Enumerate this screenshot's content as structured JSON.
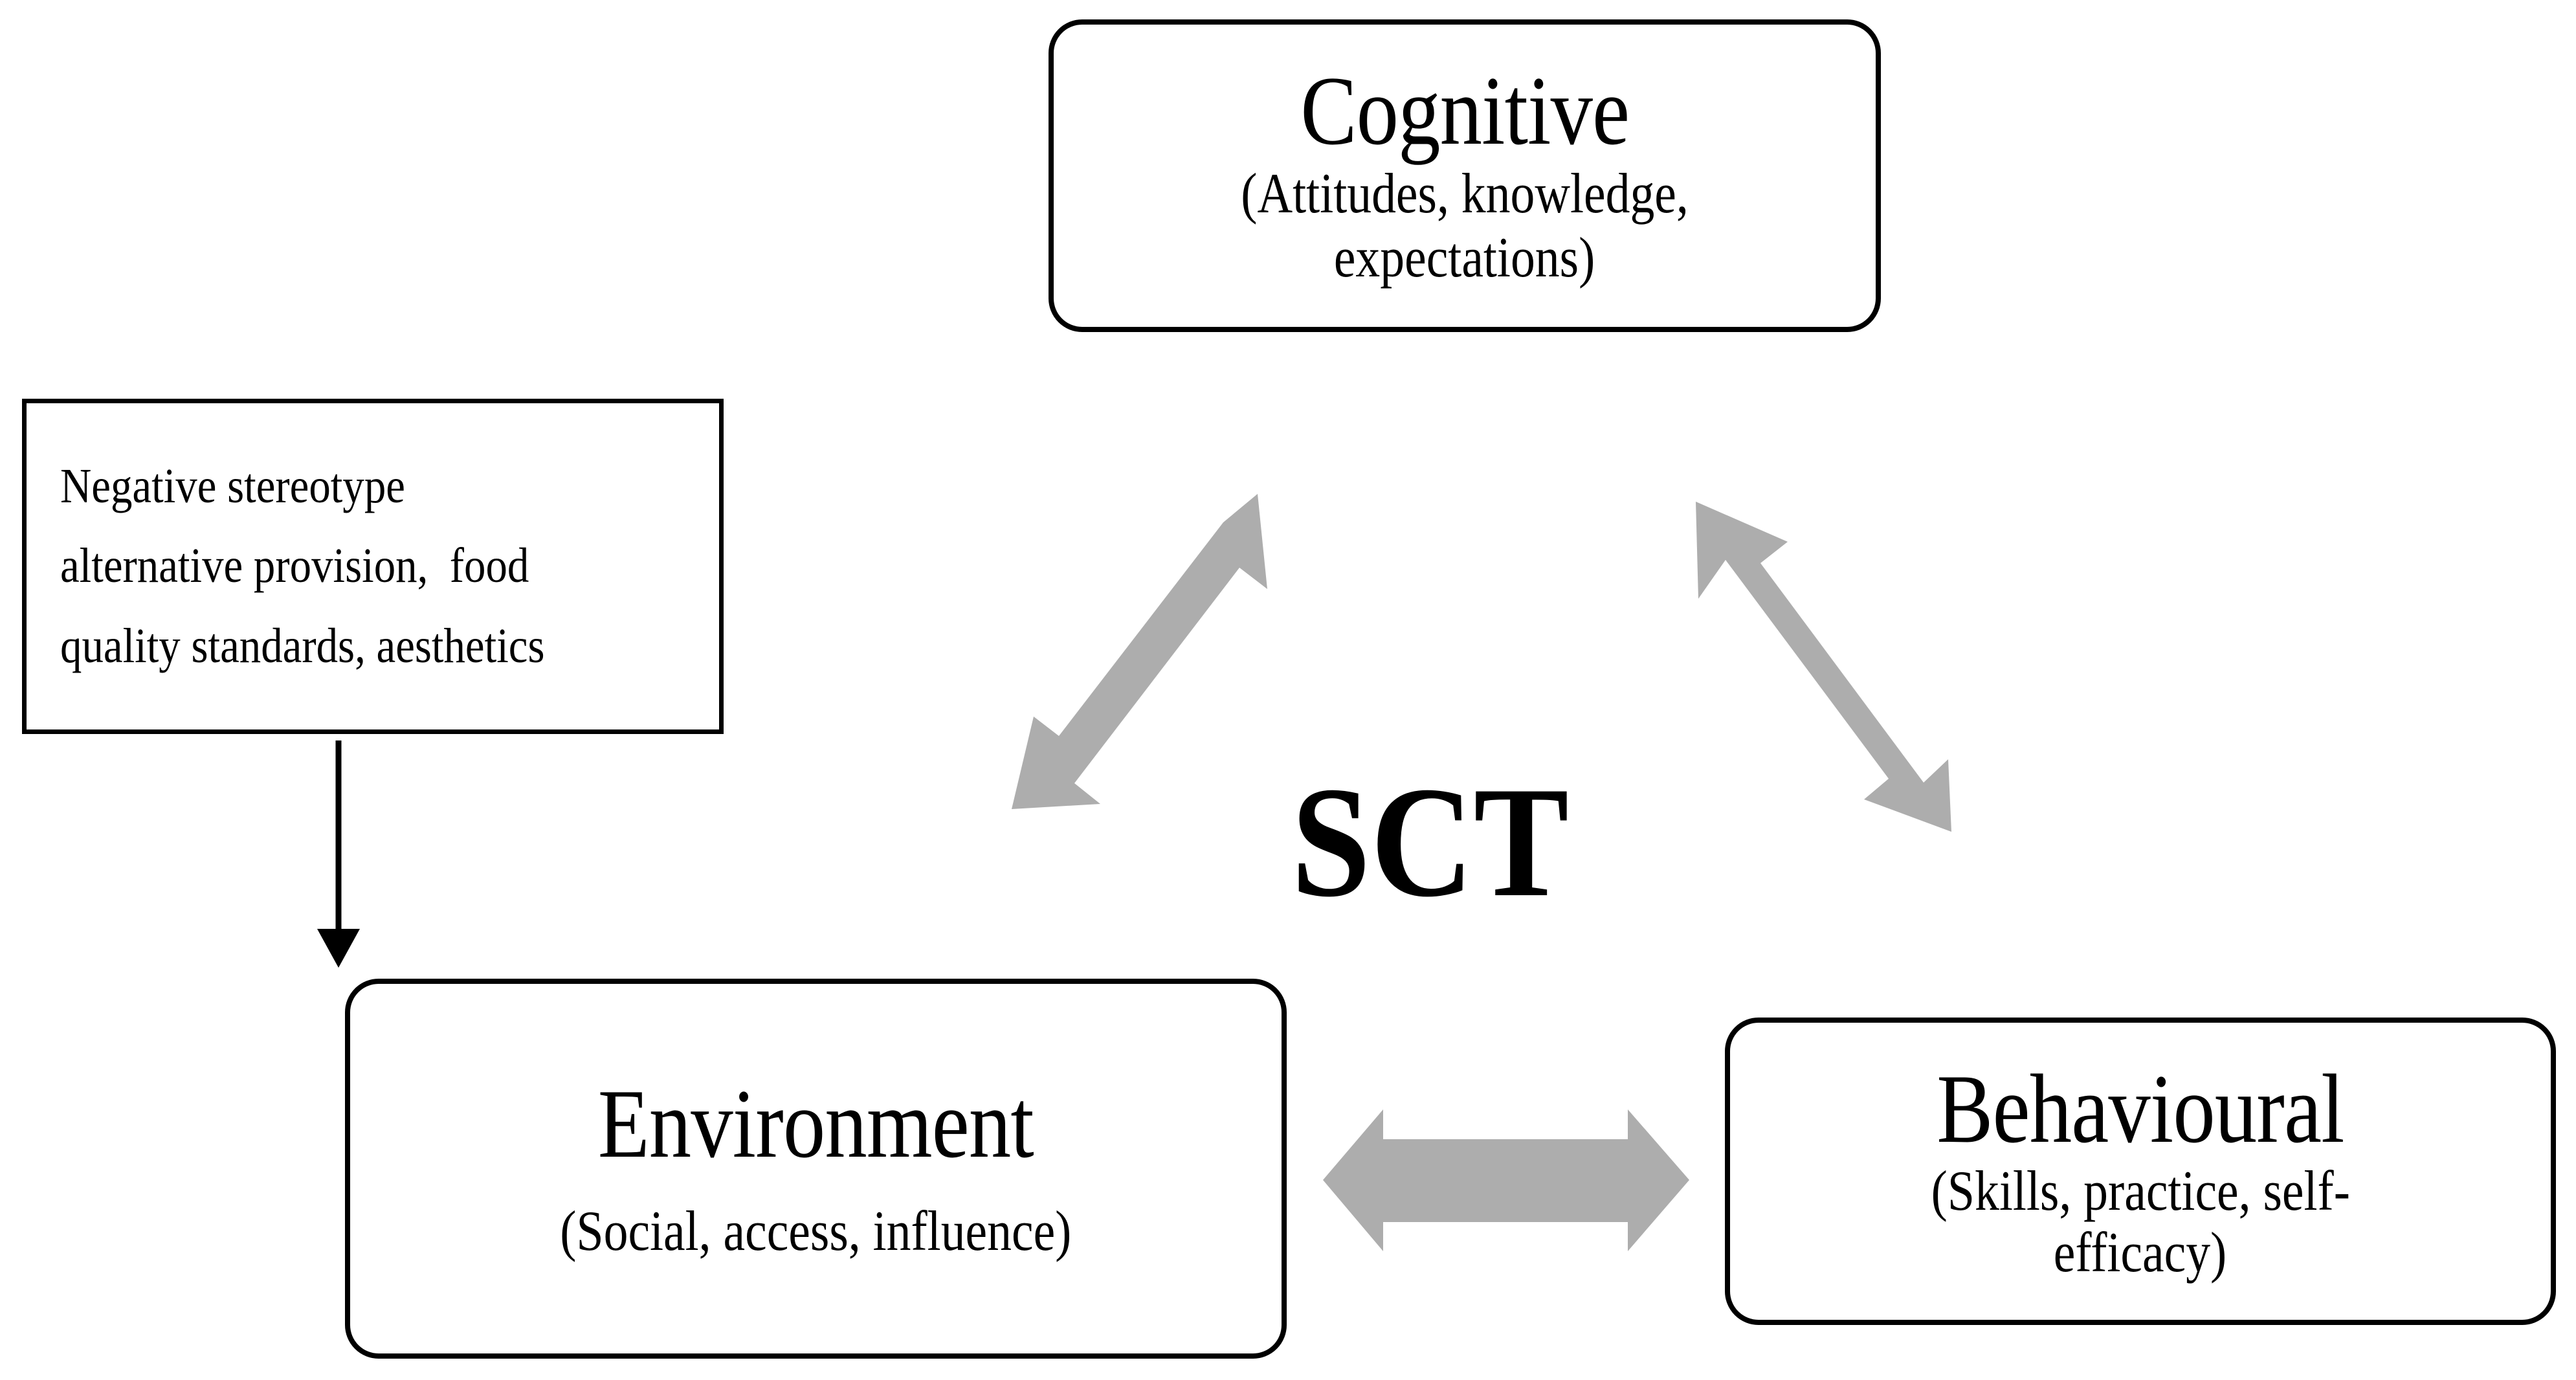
{
  "diagram": {
    "center_label": "SCT",
    "accent_gray": "#ADADAD",
    "line_color": "#000000",
    "background": "#FFFFFF"
  },
  "nodes": {
    "cognitive": {
      "title": "Cognitive",
      "subtitle_line1": "(Attitudes, knowledge,",
      "subtitle_line2": "expectations)"
    },
    "environment": {
      "title": "Environment",
      "subtitle_line1": "(Social, access, influence)"
    },
    "behavioural": {
      "title": "Behavioural",
      "subtitle_line1": "(Skills, practice, self-",
      "subtitle_line2": "efficacy)"
    },
    "stereotype": {
      "line1": "Negative stereotype",
      "line2": "alternative provision,  food",
      "line3": "quality standards, aesthetics"
    }
  },
  "connectors": [
    {
      "name": "environment-cognitive",
      "style": "double-headed-block",
      "color": "#ADADAD"
    },
    {
      "name": "cognitive-behavioural",
      "style": "double-headed-block",
      "color": "#ADADAD"
    },
    {
      "name": "environment-behavioural",
      "style": "double-headed-block",
      "color": "#ADADAD"
    },
    {
      "name": "stereotype-environment",
      "style": "single-headed-line",
      "color": "#000000"
    }
  ]
}
